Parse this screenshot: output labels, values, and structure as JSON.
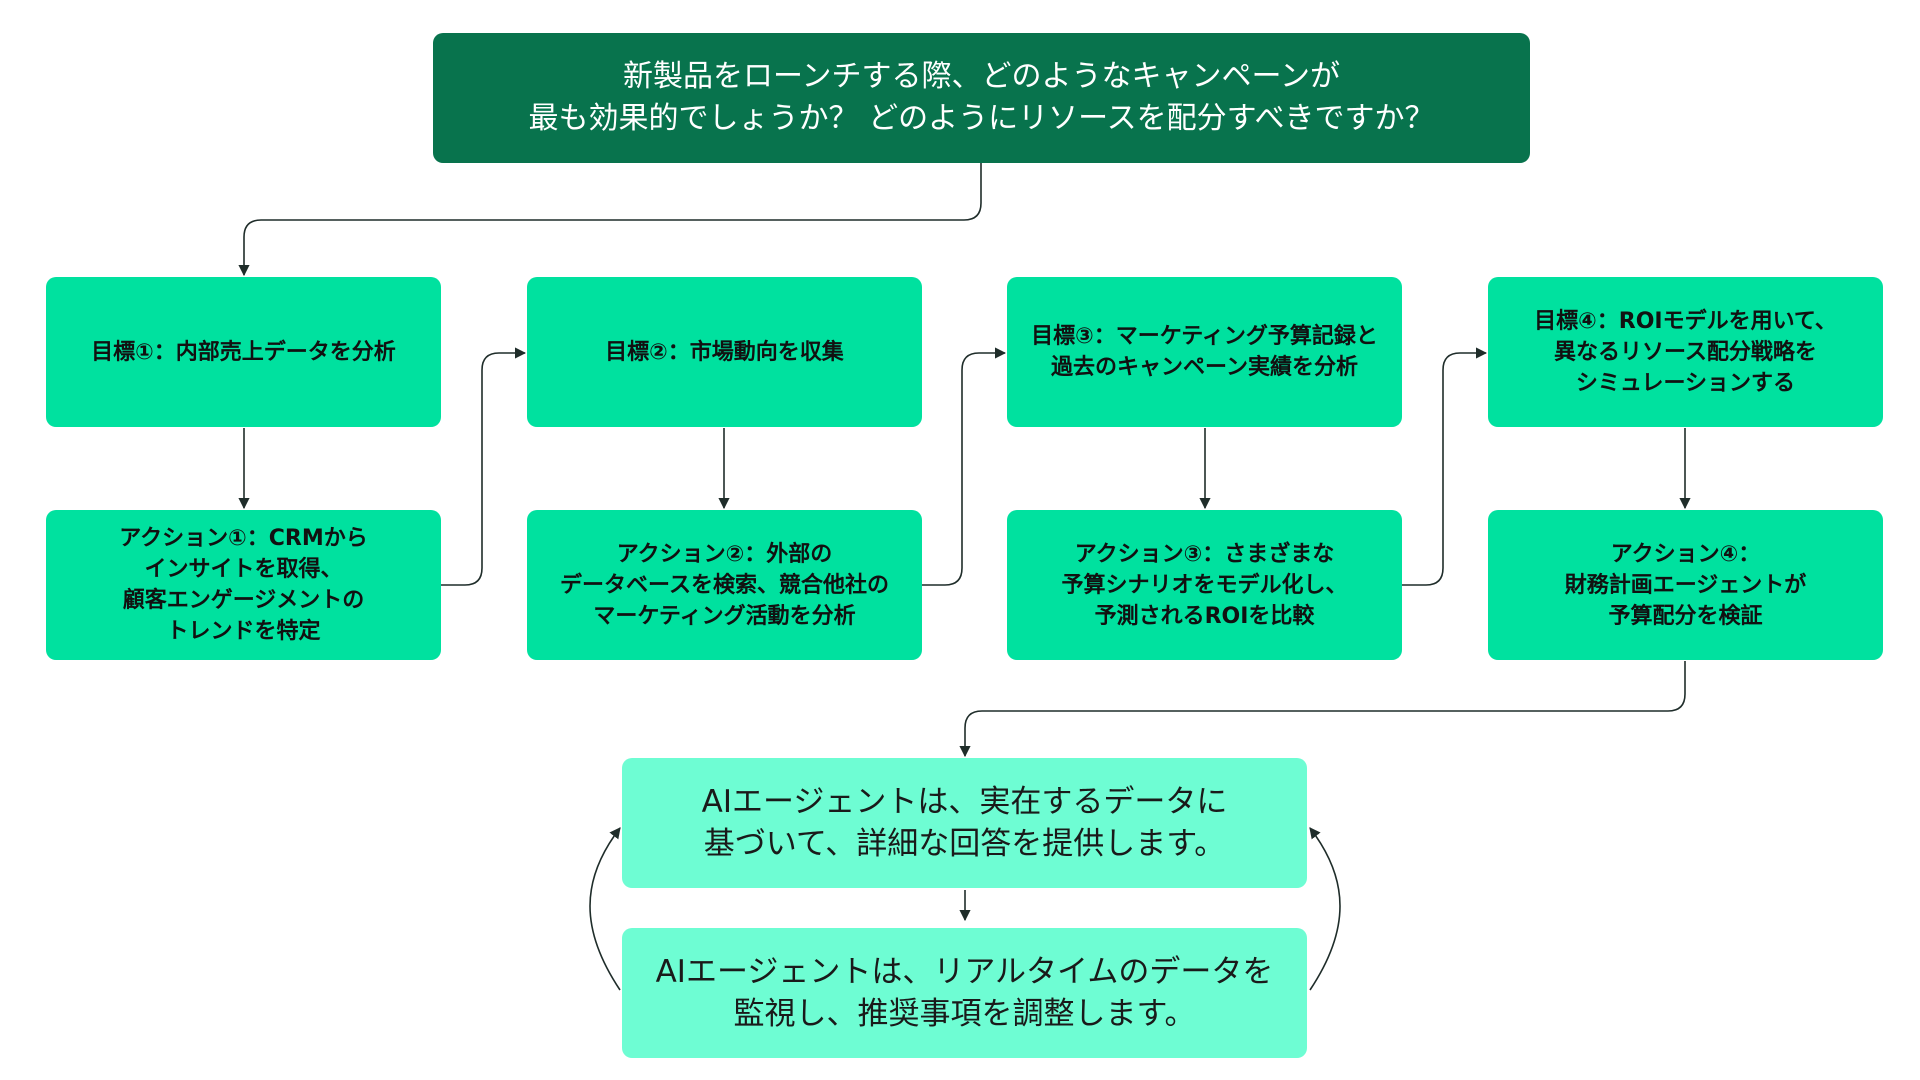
{
  "header": {
    "question": "新製品をローンチする際、どのようなキャンペーンが\n最も効果的でしょうか？ どのようにリソースを配分すべきですか？"
  },
  "steps": [
    {
      "goal": "目標①：内部売上データを分析",
      "action": "アクション①：CRMから\nインサイトを取得、\n顧客エンゲージメントの\nトレンドを特定"
    },
    {
      "goal": "目標②：市場動向を収集",
      "action": "アクション②：外部の\nデータベースを検索、競合他社の\nマーケティング活動を分析"
    },
    {
      "goal": "目標③：マーケティング予算記録と\n過去のキャンペーン実績を分析",
      "action": "アクション③：さまざまな\n予算シナリオをモデル化し、\n予測されるROIを比較"
    },
    {
      "goal": "目標④：ROIモデルを用いて、\n異なるリソース配分戦略を\nシミュレーションする",
      "action": "アクション④：\n財務計画エージェントが\n予算配分を検証"
    }
  ],
  "results": {
    "answer": "AIエージェントは、実在するデータに\n基づいて、詳細な回答を提供します。",
    "monitor": "AIエージェントは、リアルタイムのデータを\n監視し、推奨事項を調整します。"
  },
  "colors": {
    "header_bg": "#08734d",
    "step_bg": "#00e19f",
    "result_bg": "#6efdd3",
    "line": "#1f2d2a"
  }
}
